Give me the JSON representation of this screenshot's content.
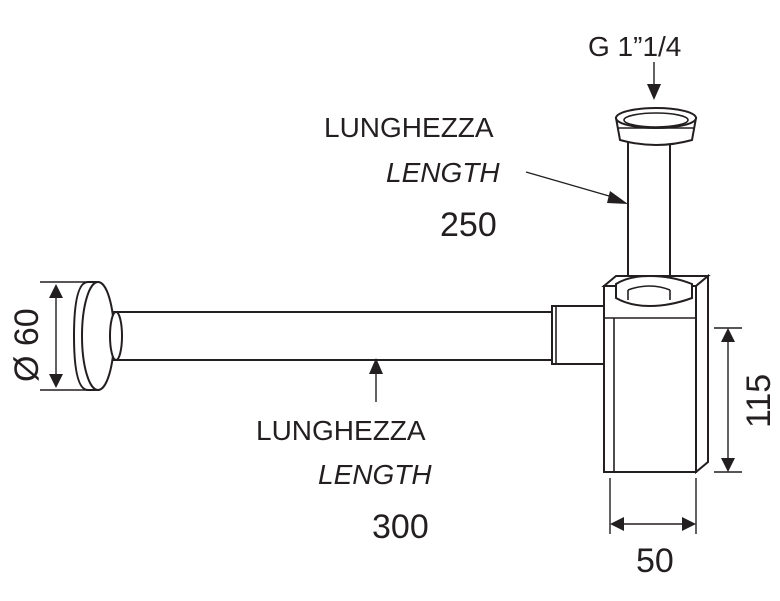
{
  "thread": {
    "label": "G 1”1/4"
  },
  "vertical_pipe": {
    "label_it": "LUNGHEZZA",
    "label_en": "LENGTH",
    "value": "250"
  },
  "horizontal_pipe": {
    "label_it": "LUNGHEZZA",
    "label_en": "LENGTH",
    "value": "300"
  },
  "rosette": {
    "diameter_label": "Ø 60"
  },
  "trap_body": {
    "height_label": "115",
    "width_label": "50"
  },
  "colors": {
    "line": "#231f20",
    "background": "#ffffff"
  }
}
